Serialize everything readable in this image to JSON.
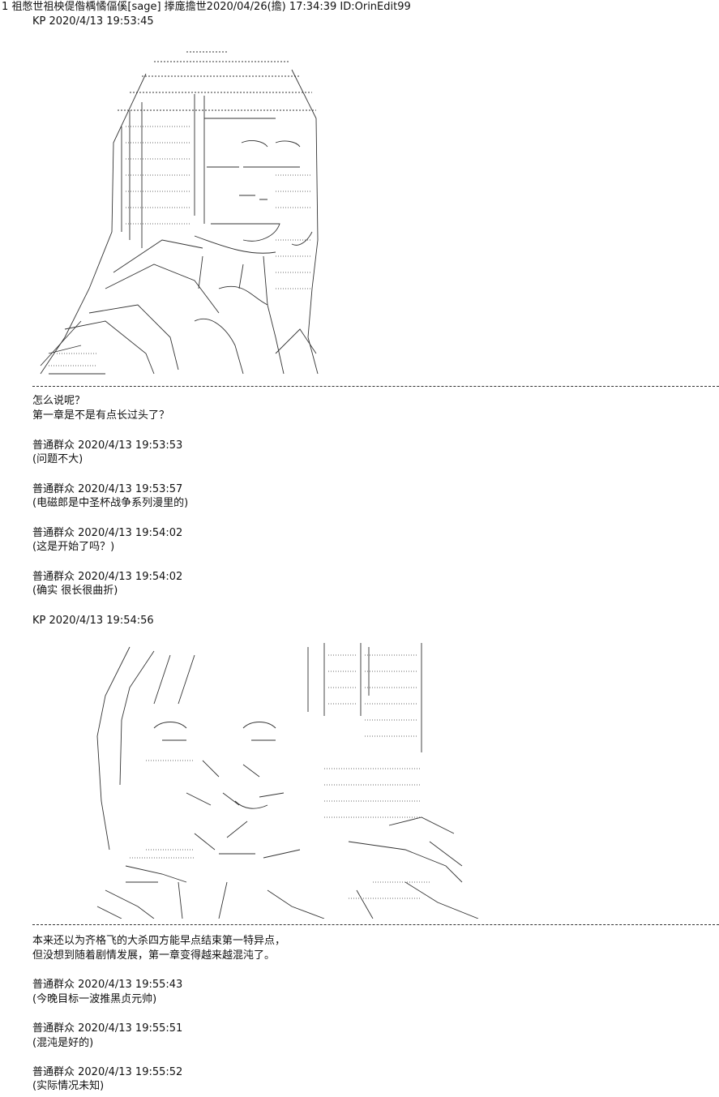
{
  "post": {
    "header": "1 祖憋世祖柍偍偺楀憰偪傒[sage] 搼庬擔世2020/04/26(擔) 17:34:39 ID:OrinEdit99"
  },
  "section1": {
    "speaker_line": "KP 2020/4/13 19:53:45",
    "text_lines": [
      "怎么说呢？",
      "第一章是不是有点长过头了？"
    ]
  },
  "comments1": [
    {
      "head": "普通群众 2020/4/13 19:53:53",
      "body": "(问题不大)"
    },
    {
      "head": "普通群众 2020/4/13 19:53:57",
      "body": "(电磁郎是中圣杯战争系列漫里的)"
    },
    {
      "head": "普通群众 2020/4/13 19:54:02",
      "body": "(这是开始了吗？)"
    },
    {
      "head": "普通群众 2020/4/13 19:54:02",
      "body": "(确实 很长很曲折)"
    }
  ],
  "section2": {
    "speaker_line": "KP 2020/4/13 19:54:56",
    "text_lines": [
      "本来还以为齐格飞的大杀四方能早点结束第一特异点，",
      "但没想到随着剧情发展，第一章变得越来越混沌了。"
    ]
  },
  "comments2": [
    {
      "head": "普通群众 2020/4/13 19:55:43",
      "body": "(今晚目标一波推黑贞元帅)"
    },
    {
      "head": "普通群众 2020/4/13 19:55:51",
      "body": "(混沌是好的)"
    },
    {
      "head": "普通群众 2020/4/13 19:55:52",
      "body": "(实际情况未知)"
    }
  ],
  "ascii_art": {
    "art1_subject": "long-haired-girl-ascii-art",
    "art2_subject": "girl-with-bow-ascii-art"
  }
}
